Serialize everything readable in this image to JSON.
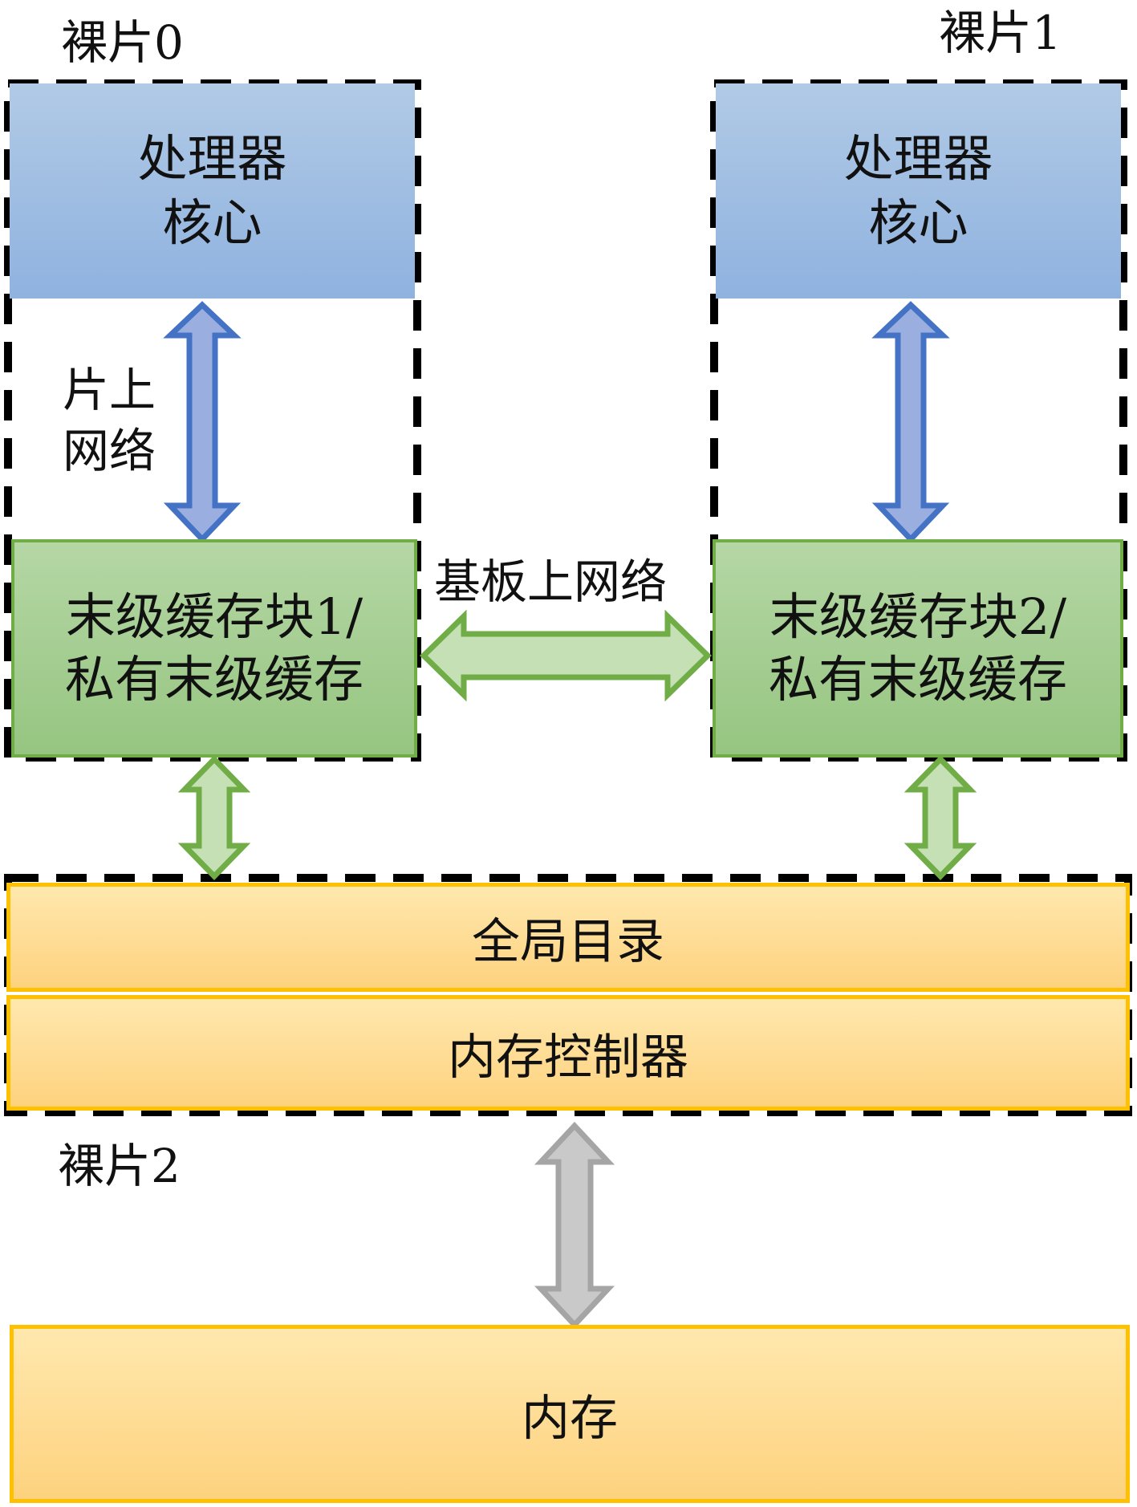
{
  "dies": {
    "die0": {
      "label": "裸片0"
    },
    "die1": {
      "label": "裸片1"
    },
    "die2": {
      "label": "裸片2"
    }
  },
  "core0": {
    "line1": "处理器",
    "line2": "核心"
  },
  "core1": {
    "line1": "处理器",
    "line2": "核心"
  },
  "on_chip_network": {
    "line1": "片上",
    "line2": "网络"
  },
  "substrate_network": {
    "label": "基板上网络"
  },
  "llc_block1": {
    "line1": "末级缓存块1/",
    "line2": "私有末级缓存"
  },
  "llc_block2": {
    "line1": "末级缓存块2/",
    "line2": "私有末级缓存"
  },
  "global_directory": {
    "label": "全局目录"
  },
  "memory_controller": {
    "label": "内存控制器"
  },
  "memory": {
    "label": "内存"
  },
  "colors": {
    "cpu_blue": "#9dbce3",
    "llc_green": "#a6cf93",
    "llc_border": "#70ad47",
    "orange_fill": "#fddc92",
    "orange_border": "#ffc000",
    "arrow_blue": "#4472c4",
    "arrow_gray": "#a5a5a5"
  }
}
